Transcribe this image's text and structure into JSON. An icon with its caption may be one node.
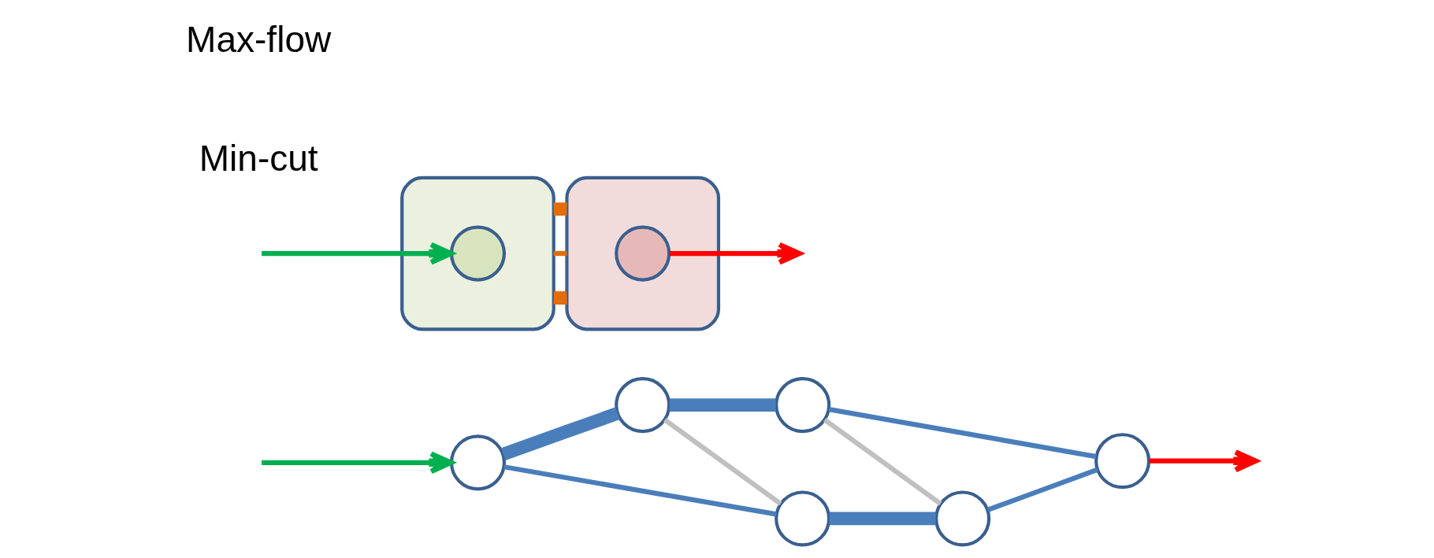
{
  "diagram": {
    "nodes": [
      {
        "text": [],
        "shape": "circle"
      },
      {
        "text": [],
        "shape": "circle"
      },
      {
        "text": [],
        "shape": "circle"
      },
      {
        "text": [],
        "shape": "circle"
      },
      {
        "text": [],
        "shape": "circle"
      },
      {
        "text": [],
        "shape": "circle"
      },
      {
        "text": [],
        "shape": "cloud"
      },
      {
        "text": [],
        "shape": "cloud"
      },
      {
        "text": [],
        "shape": "circle",
        "in": 6
      },
      {
        "text": [],
        "shape": "circle",
        "in": 7
      }
    ],
    "edges": [
      {
        "from": null,
        "to": 0,
        "arrow": "to",
        "color": "#00b050"
      },
      {
        "from": 0,
        "to": 1,
        "arrow": "none",
        "style": "thick"
      },
      {
        "from": 0,
        "to": 4,
        "arrow": "none"
      },
      {
        "from": 1,
        "to": 2,
        "arrow": "none",
        "style": "thick"
      },
      {
        "from": 4,
        "to": 5,
        "arrow": "none",
        "style": "thick"
      },
      {
        "from": 1,
        "to": 4,
        "arrow": "none",
        "color": "#c0c0c0"
      },
      {
        "from": 2,
        "to": 5,
        "arrow": "none",
        "color": "#c0c0c0"
      },
      {
        "from": 2,
        "to": 3,
        "arrow": "none"
      },
      {
        "from": 5,
        "to": 3,
        "arrow": "none"
      },
      {
        "from": 3,
        "to": null,
        "arrow": "to",
        "color": "#ff0000"
      },
      {
        "from": null,
        "to": 8,
        "arrow": "to",
        "color": "#00b050"
      },
      {
        "from": 6,
        "to": 7,
        "arrow": "none",
        "color": "#e46c0a",
        "style": "thick"
      },
      {
        "from": 6,
        "to": 7,
        "arrow": "none",
        "color": "#e46c0a"
      },
      {
        "from": 6,
        "to": 7,
        "arrow": "none",
        "color": "#e46c0a",
        "style": "thick"
      },
      {
        "from": 9,
        "to": null,
        "arrow": "to",
        "color": "#ff0000"
      }
    ],
    "labels": [
      "Min-cut",
      "Max-flow"
    ]
  }
}
